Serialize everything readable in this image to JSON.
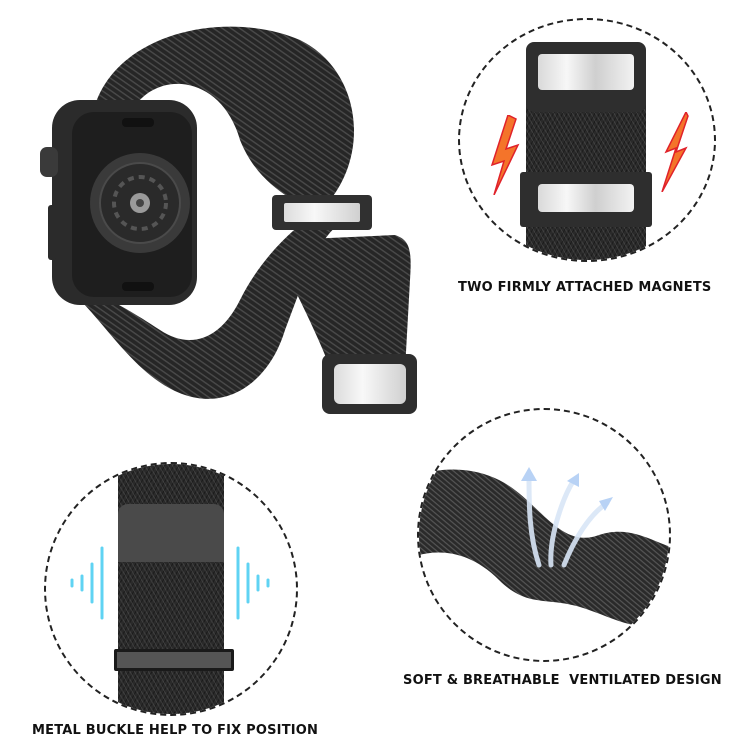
{
  "product": {
    "name": "Milanese loop magnetic watch band",
    "band_color": "#232323",
    "magnet_color": "#e8e8e8"
  },
  "features": [
    {
      "id": "magnets",
      "caption": "TWO FIRMLY ATTACHED MAGNETS",
      "accent_icon": "lightning-bolt-icon",
      "accent_color": "#f05a1e"
    },
    {
      "id": "ventilation",
      "caption": "SOFT & BREATHABLE  VENTILATED DESIGN",
      "accent_icon": "airflow-arrows-icon",
      "accent_color": "#9fc3f0"
    },
    {
      "id": "buckle",
      "caption": "METAL BUCKLE HELP TO FIX POSITION",
      "accent_icon": "vibration-waves-icon",
      "accent_color": "#5fd3f3"
    }
  ]
}
